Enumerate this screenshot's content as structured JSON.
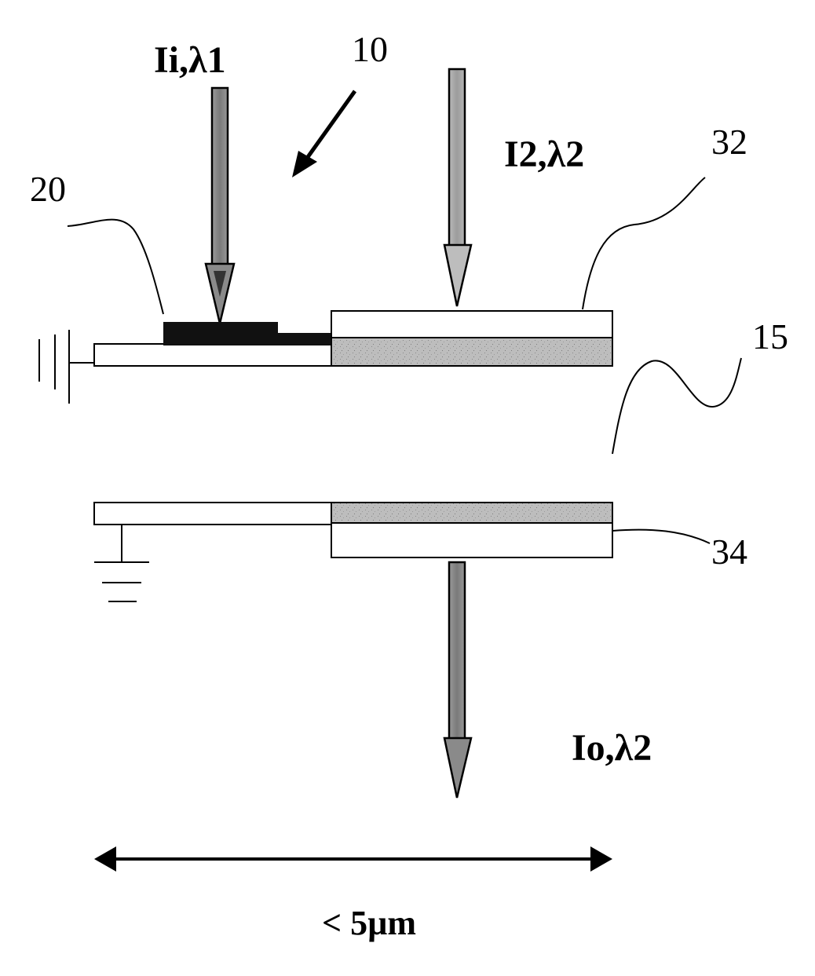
{
  "labels": {
    "input_beam": "Ii,λ1",
    "device_ref": "10",
    "control_beam": "I2,λ2",
    "top_mirror_ref": "32",
    "electrode_ref": "20",
    "gap_ref": "15",
    "bottom_mirror_ref": "34",
    "output_beam": "Io,λ2",
    "dimension": "< 5µm"
  }
}
